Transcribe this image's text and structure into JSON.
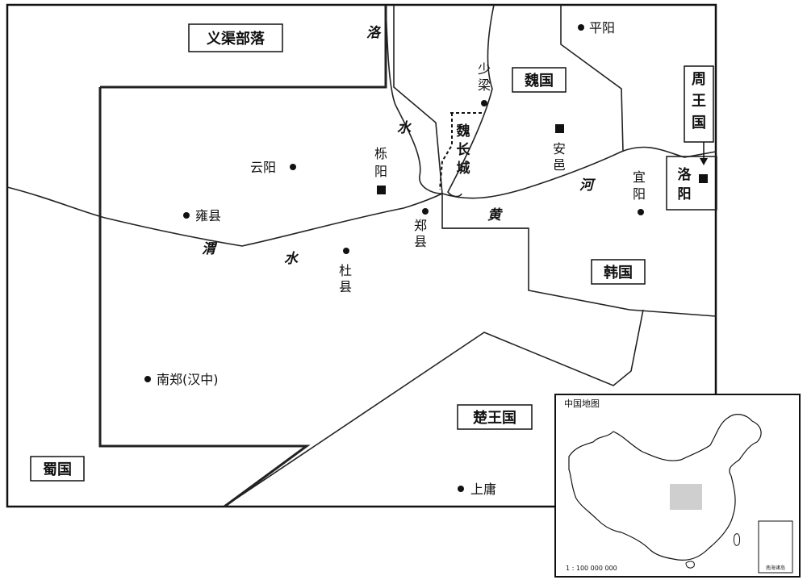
{
  "regions": {
    "yiqu": "义渠部落",
    "wei": "魏国",
    "zhou": "周王国",
    "han": "韩国",
    "chu": "楚王国",
    "shu": "蜀国"
  },
  "cities": {
    "pingyang": "平阳",
    "shaoliang": "少梁",
    "anyi": "安邑",
    "yunyang": "云阳",
    "yueyang": "栎阳",
    "yongxian": "雍县",
    "zhengxian": "郑县",
    "duxian": "杜县",
    "yiyang": "宜阳",
    "luoyang": "洛阳",
    "nanzheng": "南郑(汉中)",
    "shangyong": "上庸"
  },
  "rivers": {
    "luo": "洛",
    "luo_shui": "水",
    "wei_river": "渭",
    "wei_shui": "水",
    "huang": "黄",
    "he": "河"
  },
  "wall": "魏长城",
  "inset": {
    "title": "中国地图",
    "scale": "1 : 100 000 000",
    "south_sea": "南海诸岛"
  }
}
